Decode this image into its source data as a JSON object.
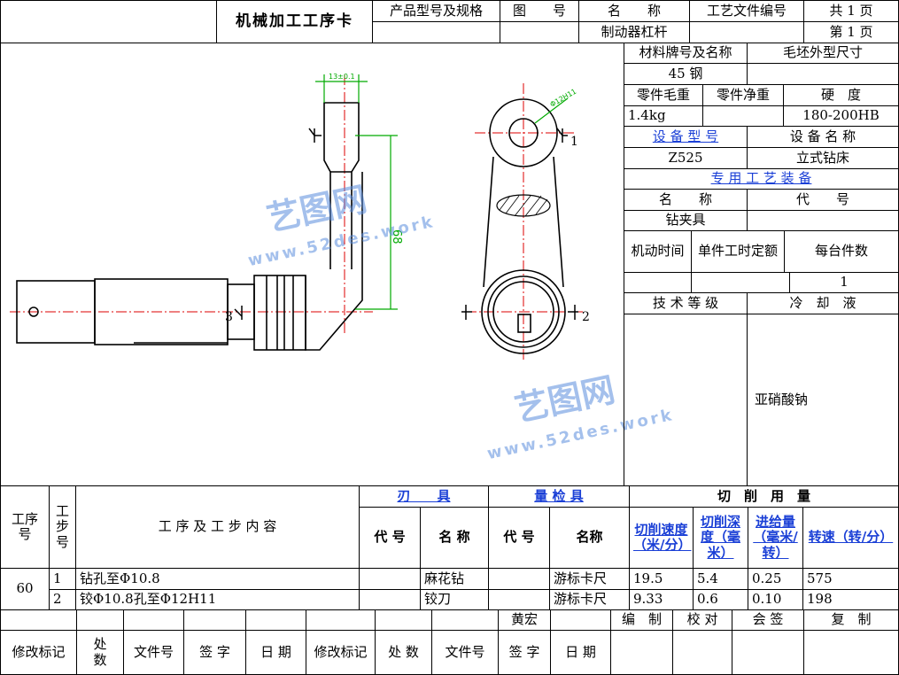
{
  "header": {
    "title": "机械加工工序卡",
    "product_model_label": "产品型号及规格",
    "drawing_label": "图　　号",
    "name_label": "名　　称",
    "process_doc_label": "工艺文件编号",
    "total_pages": "共 1 页",
    "part_name": "制动器杠杆",
    "page_no": "第 1 页"
  },
  "right_panel": {
    "material_label": "材料牌号及名称",
    "blank_size_label": "毛坯外型尺寸",
    "material_value": "45 钢",
    "blank_weight_label": "零件毛重",
    "net_weight_label": "零件净重",
    "hardness_label": "硬　度",
    "blank_weight_value": "1.4kg",
    "hardness_value": "180-200HB",
    "equipment_model_label": "设 备 型 号",
    "equipment_name_label": "设 备 名 称",
    "equipment_model_value": "Z525",
    "equipment_name_value": "立式钻床",
    "fixture_label": "专 用 工 艺 装 备",
    "fixture_name_label": "名　　称",
    "fixture_code_label": "代　　号",
    "fixture_name_value": "钻夹具",
    "machine_time_label": "机动时间",
    "unit_time_label": "单件工时定额",
    "pieces_label": "每台件数",
    "pieces_value": "1",
    "skill_label": "技 术 等 级",
    "coolant_label": "冷　却　液",
    "coolant_value": "亚硝酸钠"
  },
  "drawing": {
    "dim_top": "13±0.1",
    "dim_height": "68",
    "dim_hole": "Φ12H11",
    "locator_1": "1",
    "locator_2": "2",
    "locator_3": "3"
  },
  "watermarks": [
    {
      "brand": "艺图网",
      "site": "www.52des.work"
    },
    {
      "brand": "艺图网",
      "site": "www.52des.work"
    }
  ],
  "table": {
    "op_no_label": "工序号",
    "step_no_label": "工步号",
    "content_label": "工 序 及 工 步 内 容",
    "cutting_tool_label": "刃　　具",
    "gauge_label": "量 检 具",
    "cutting_amount_label": "切　削　用　量",
    "code_label": "代 号",
    "name_label_1": "名 称",
    "code_label_2": "代 号",
    "name_label_2": "名称",
    "speed_label": "切削速度（米/分）",
    "depth_label": "切削深度（毫米）",
    "feed_label": "进给量（毫米/转）",
    "rpm_label": "转速（转/分）",
    "op_no": "60",
    "rows": [
      {
        "step": "1",
        "content": "钻孔至Φ10.8",
        "tool": "麻花钻",
        "gauge": "游标卡尺",
        "speed": "19.5",
        "depth": "5.4",
        "feed": "0.25",
        "rpm": "575"
      },
      {
        "step": "2",
        "content": "铰Φ10.8孔至Φ12H11",
        "tool": "铰刀",
        "gauge": "游标卡尺",
        "speed": "9.33",
        "depth": "0.6",
        "feed": "0.10",
        "rpm": "198"
      }
    ]
  },
  "footer": {
    "signer": "黄宏",
    "compile_label": "编　制",
    "check_label": "校 对",
    "countersign_label": "会 签",
    "copy_label": "复　制",
    "mod_mark_label": "修改标记",
    "place_label": "处数",
    "doc_no_label": "文件号",
    "sign_label": "签 字",
    "date_label": "日 期",
    "mod_mark_label_2": "修改标记",
    "place_label_2": "处 数",
    "doc_no_label_2": "文件号",
    "sign_label_2": "签 字",
    "date_label_2": "日 期"
  }
}
